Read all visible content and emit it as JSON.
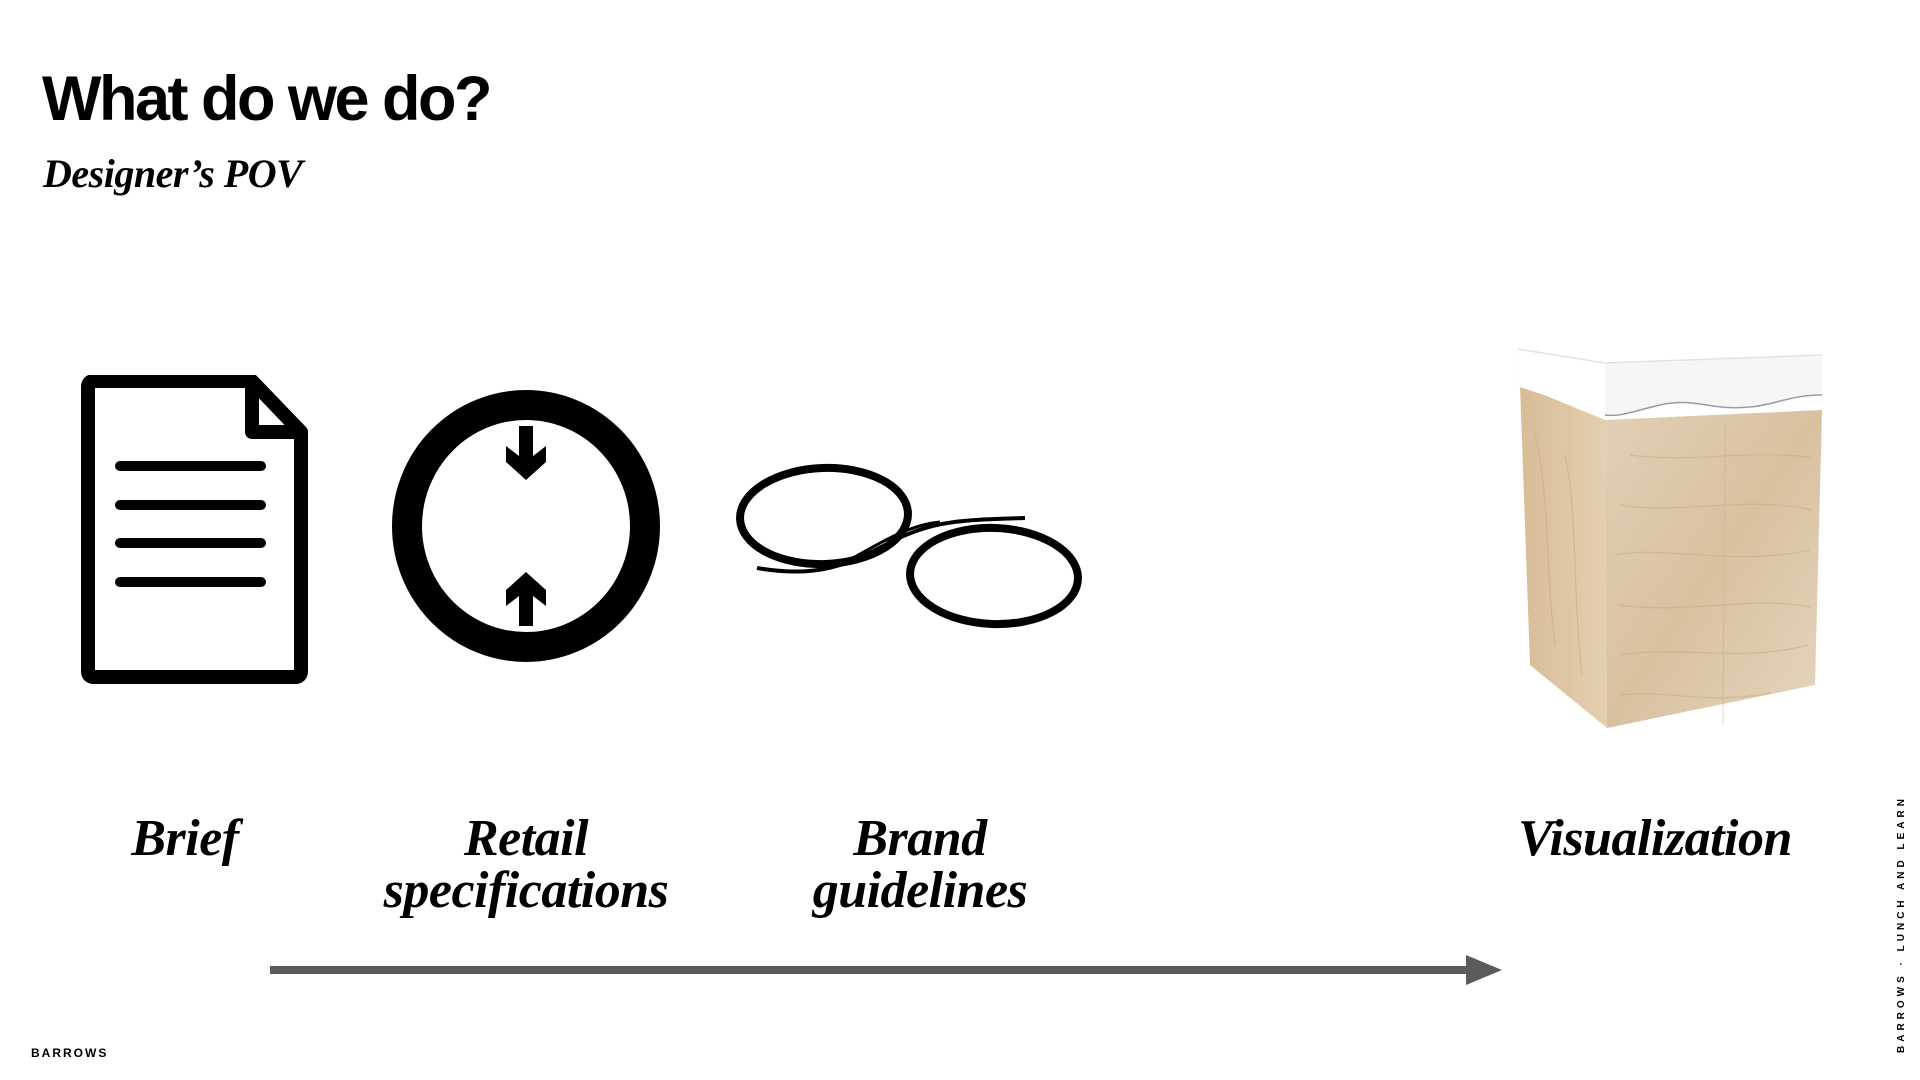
{
  "slide": {
    "title": "What do we do?",
    "subtitle": "Designer’s POV"
  },
  "steps": [
    {
      "label_line1": "Brief",
      "label_line2": "",
      "icon": "document-icon"
    },
    {
      "label_line1": "Retail",
      "label_line2": "specifications",
      "icon": "measure-icon"
    },
    {
      "label_line1": "Brand",
      "label_line2": "guidelines",
      "icon": "brand-swirl-icon"
    },
    {
      "label_line1": "Visualization",
      "label_line2": "",
      "icon": "wood-display-render"
    }
  ],
  "footer": {
    "brand": "BARROWS",
    "side_text": "BARROWS · LUNCH AND LEARN"
  },
  "colors": {
    "text": "#000000",
    "arrow": "#5b5b5b",
    "wood": "#dcc3a3",
    "background": "#ffffff"
  }
}
